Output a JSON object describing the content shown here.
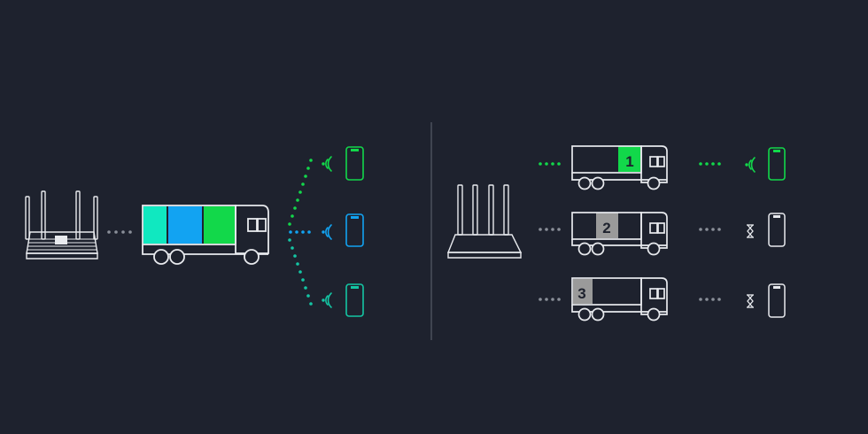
{
  "colors": {
    "background": "#1e222e",
    "outline": "#e8eaee",
    "divider": "#565b68",
    "dots_neutral": "#8a8f99",
    "green": "#12d84a",
    "blue": "#12a3f2",
    "cyan": "#10e8c0",
    "teal": "#14c6a4",
    "slot_gray": "#9a9a9a",
    "number_dark": "#1e222e"
  },
  "left_panel": {
    "router": {
      "icon": "router-icon"
    },
    "truck": {
      "icon": "truck-icon",
      "cargo": [
        "cyan",
        "blue",
        "green"
      ]
    },
    "devices": [
      {
        "icon": "phone-icon",
        "signal": "wifi-signal-icon",
        "color": "green"
      },
      {
        "icon": "phone-icon",
        "signal": "wifi-signal-icon",
        "color": "blue"
      },
      {
        "icon": "phone-icon",
        "signal": "wifi-signal-icon",
        "color": "cyan"
      }
    ]
  },
  "right_panel": {
    "router": {
      "icon": "router-icon"
    },
    "lanes": [
      {
        "number": "1",
        "slot_color": "green",
        "status_icon": "wifi-signal-icon",
        "active": true
      },
      {
        "number": "2",
        "slot_color": "slot_gray",
        "status_icon": "hourglass-icon",
        "active": false
      },
      {
        "number": "3",
        "slot_color": "slot_gray",
        "status_icon": "hourglass-icon",
        "active": false
      }
    ]
  }
}
